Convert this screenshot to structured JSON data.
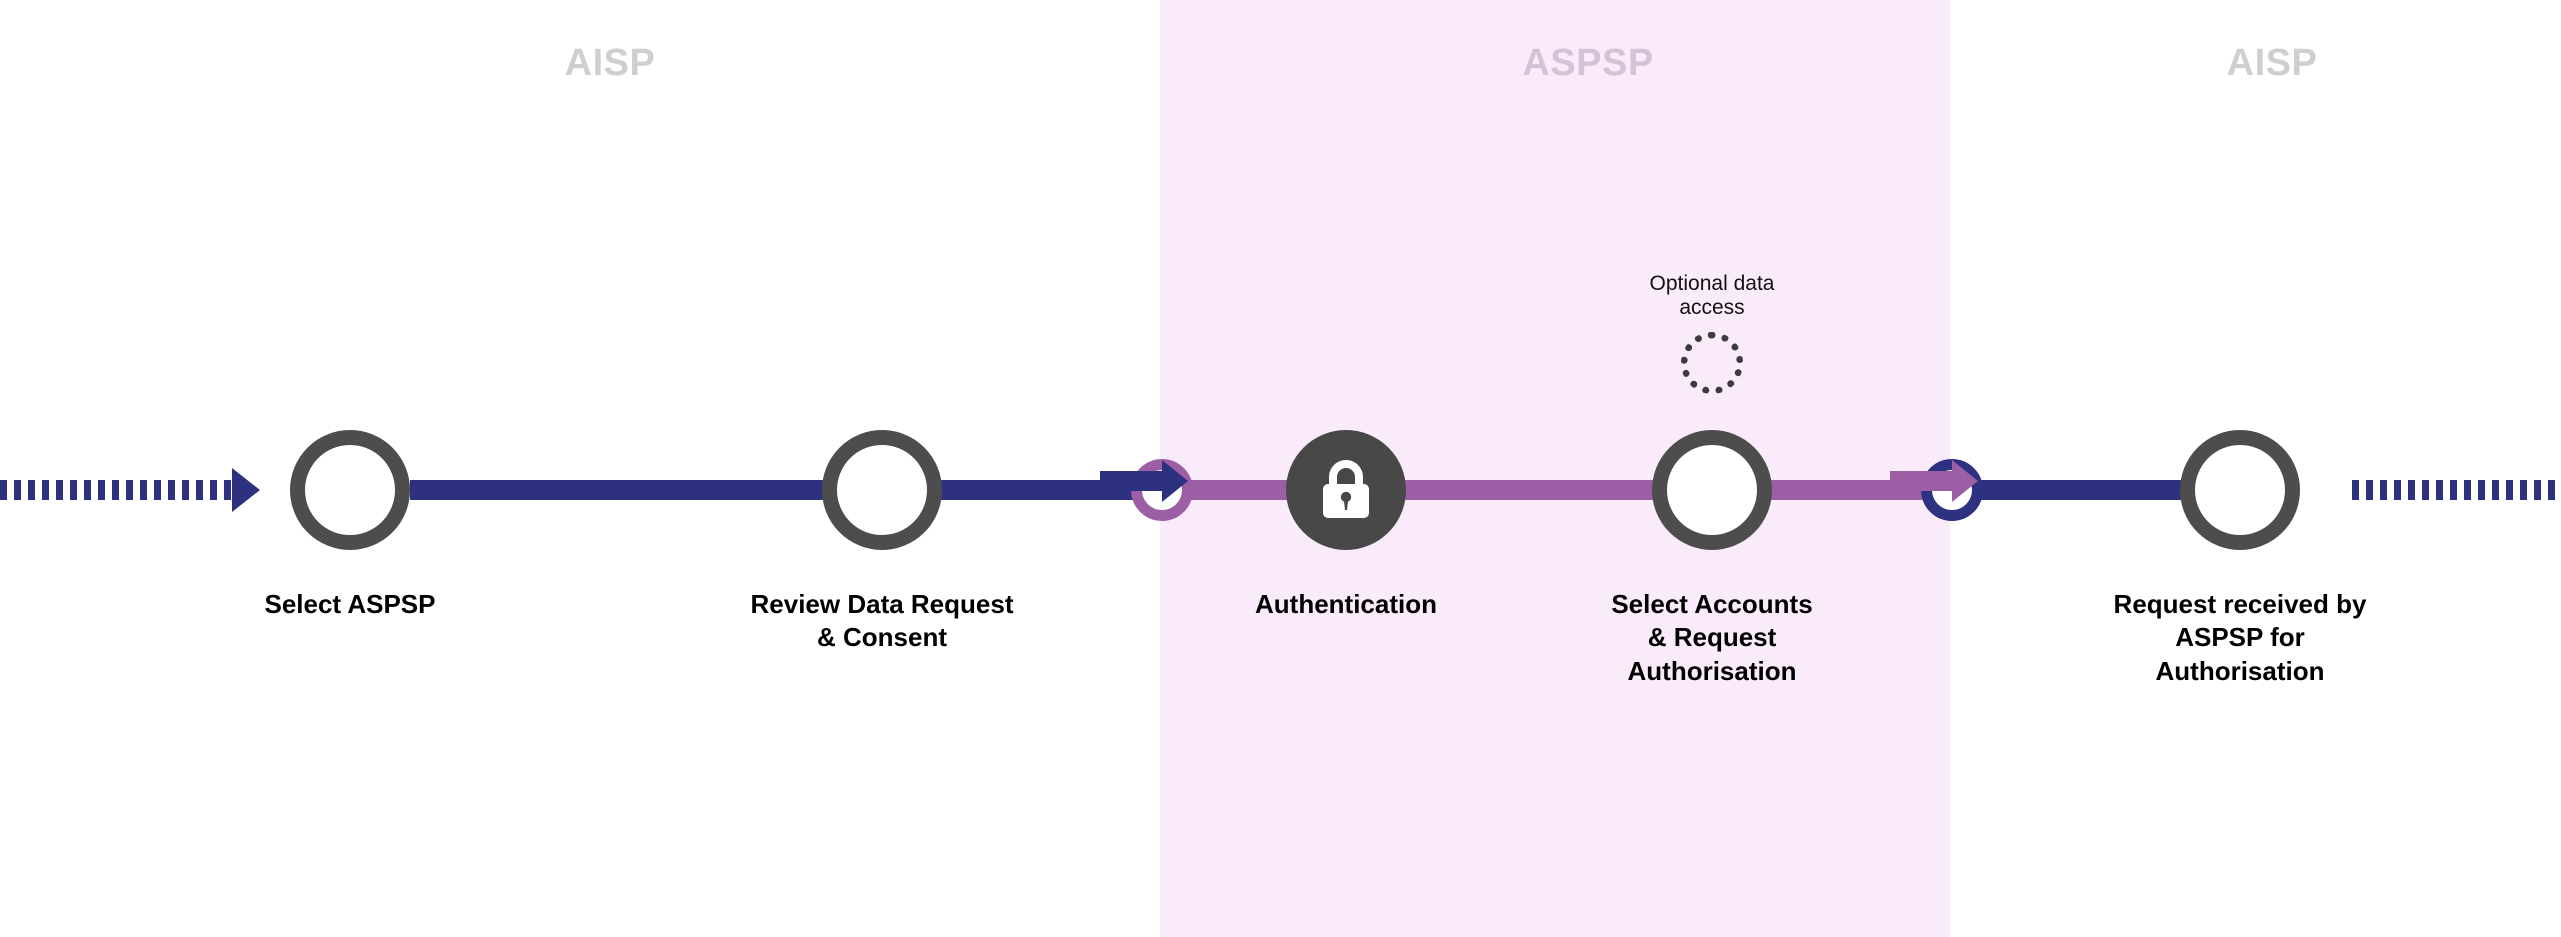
{
  "diagram": {
    "title": "AISP / ASPSP data access consent flow",
    "colors": {
      "navy": "#2e3180",
      "purple": "#9c5ea5",
      "node_ring": "#4d4d4d",
      "node_fill": "#484848",
      "zone_panel_bg": "#faebfb",
      "zone_label_aisp": "#cfcfcf",
      "zone_label_aspsp": "#d3c3d6",
      "page_bg": "#ffffff"
    },
    "zones": [
      {
        "id": "zone-aisp-left",
        "label": "AISP",
        "shaded": false
      },
      {
        "id": "zone-aspsp",
        "label": "ASPSP",
        "shaded": true
      },
      {
        "id": "zone-aisp-right",
        "label": "AISP",
        "shaded": false
      }
    ],
    "steps": [
      {
        "id": "select-aspsp",
        "label": "Select ASPSP",
        "icon": "empty-circle",
        "zone": "AISP"
      },
      {
        "id": "review-consent",
        "label": "Review Data Request\n& Consent",
        "icon": "empty-circle",
        "zone": "AISP"
      },
      {
        "id": "authentication",
        "label": "Authentication",
        "icon": "lock-icon",
        "zone": "ASPSP"
      },
      {
        "id": "select-accounts",
        "label": "Select Accounts\n& Request\nAuthorisation",
        "icon": "empty-circle",
        "zone": "ASPSP"
      },
      {
        "id": "request-received",
        "label": "Request received by\nASPSP for\nAuthorisation",
        "icon": "empty-circle",
        "zone": "AISP"
      }
    ],
    "annotations": [
      {
        "id": "optional-data-access",
        "label": "Optional data\naccess",
        "marker": "dotted-circle",
        "attached_to": "select-accounts"
      }
    ],
    "handoffs": [
      {
        "id": "handoff-aisp-to-aspsp",
        "ring_color": "#9c5ea5",
        "arrow_color": "#2e3180",
        "from": "AISP",
        "to": "ASPSP"
      },
      {
        "id": "handoff-aspsp-to-aisp",
        "ring_color": "#2e3180",
        "arrow_color": "#9c5ea5",
        "from": "ASPSP",
        "to": "AISP"
      }
    ],
    "entry_arrow": {
      "id": "flow-entry-arrow",
      "style": "dashed",
      "color": "#2e3180",
      "direction": "right"
    },
    "exit_arrow": {
      "id": "flow-exit-arrow",
      "style": "dashed",
      "color": "#2e3180",
      "direction": "right"
    }
  }
}
